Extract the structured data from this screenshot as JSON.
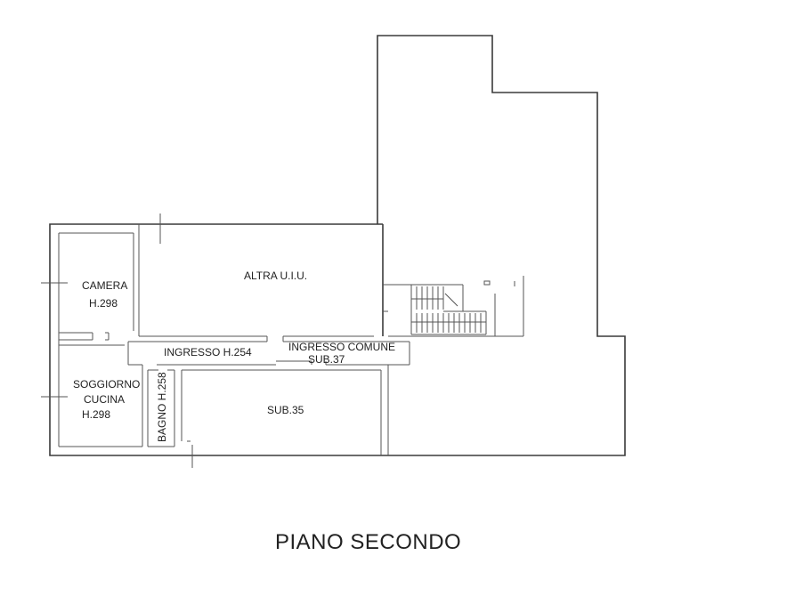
{
  "plan": {
    "title": "PIANO SECONDO",
    "rooms": {
      "camera": {
        "name": "CAMERA",
        "height": "H.298"
      },
      "soggiorno": {
        "name1": "SOGGIORNO",
        "name2": "CUCINA",
        "height": "H.298"
      },
      "bagno": {
        "name": "BAGNO H.258"
      },
      "altra": {
        "name": "ALTRA U.I.U."
      },
      "ingresso": {
        "name": "INGRESSO H.254"
      },
      "ingresso_comune": {
        "name": "INGRESSO COMUNE",
        "sub": "SUB.37"
      },
      "sub35": {
        "name": "SUB.35"
      }
    },
    "colors": {
      "wall": "#3a3a3a",
      "text": "#222222"
    }
  }
}
